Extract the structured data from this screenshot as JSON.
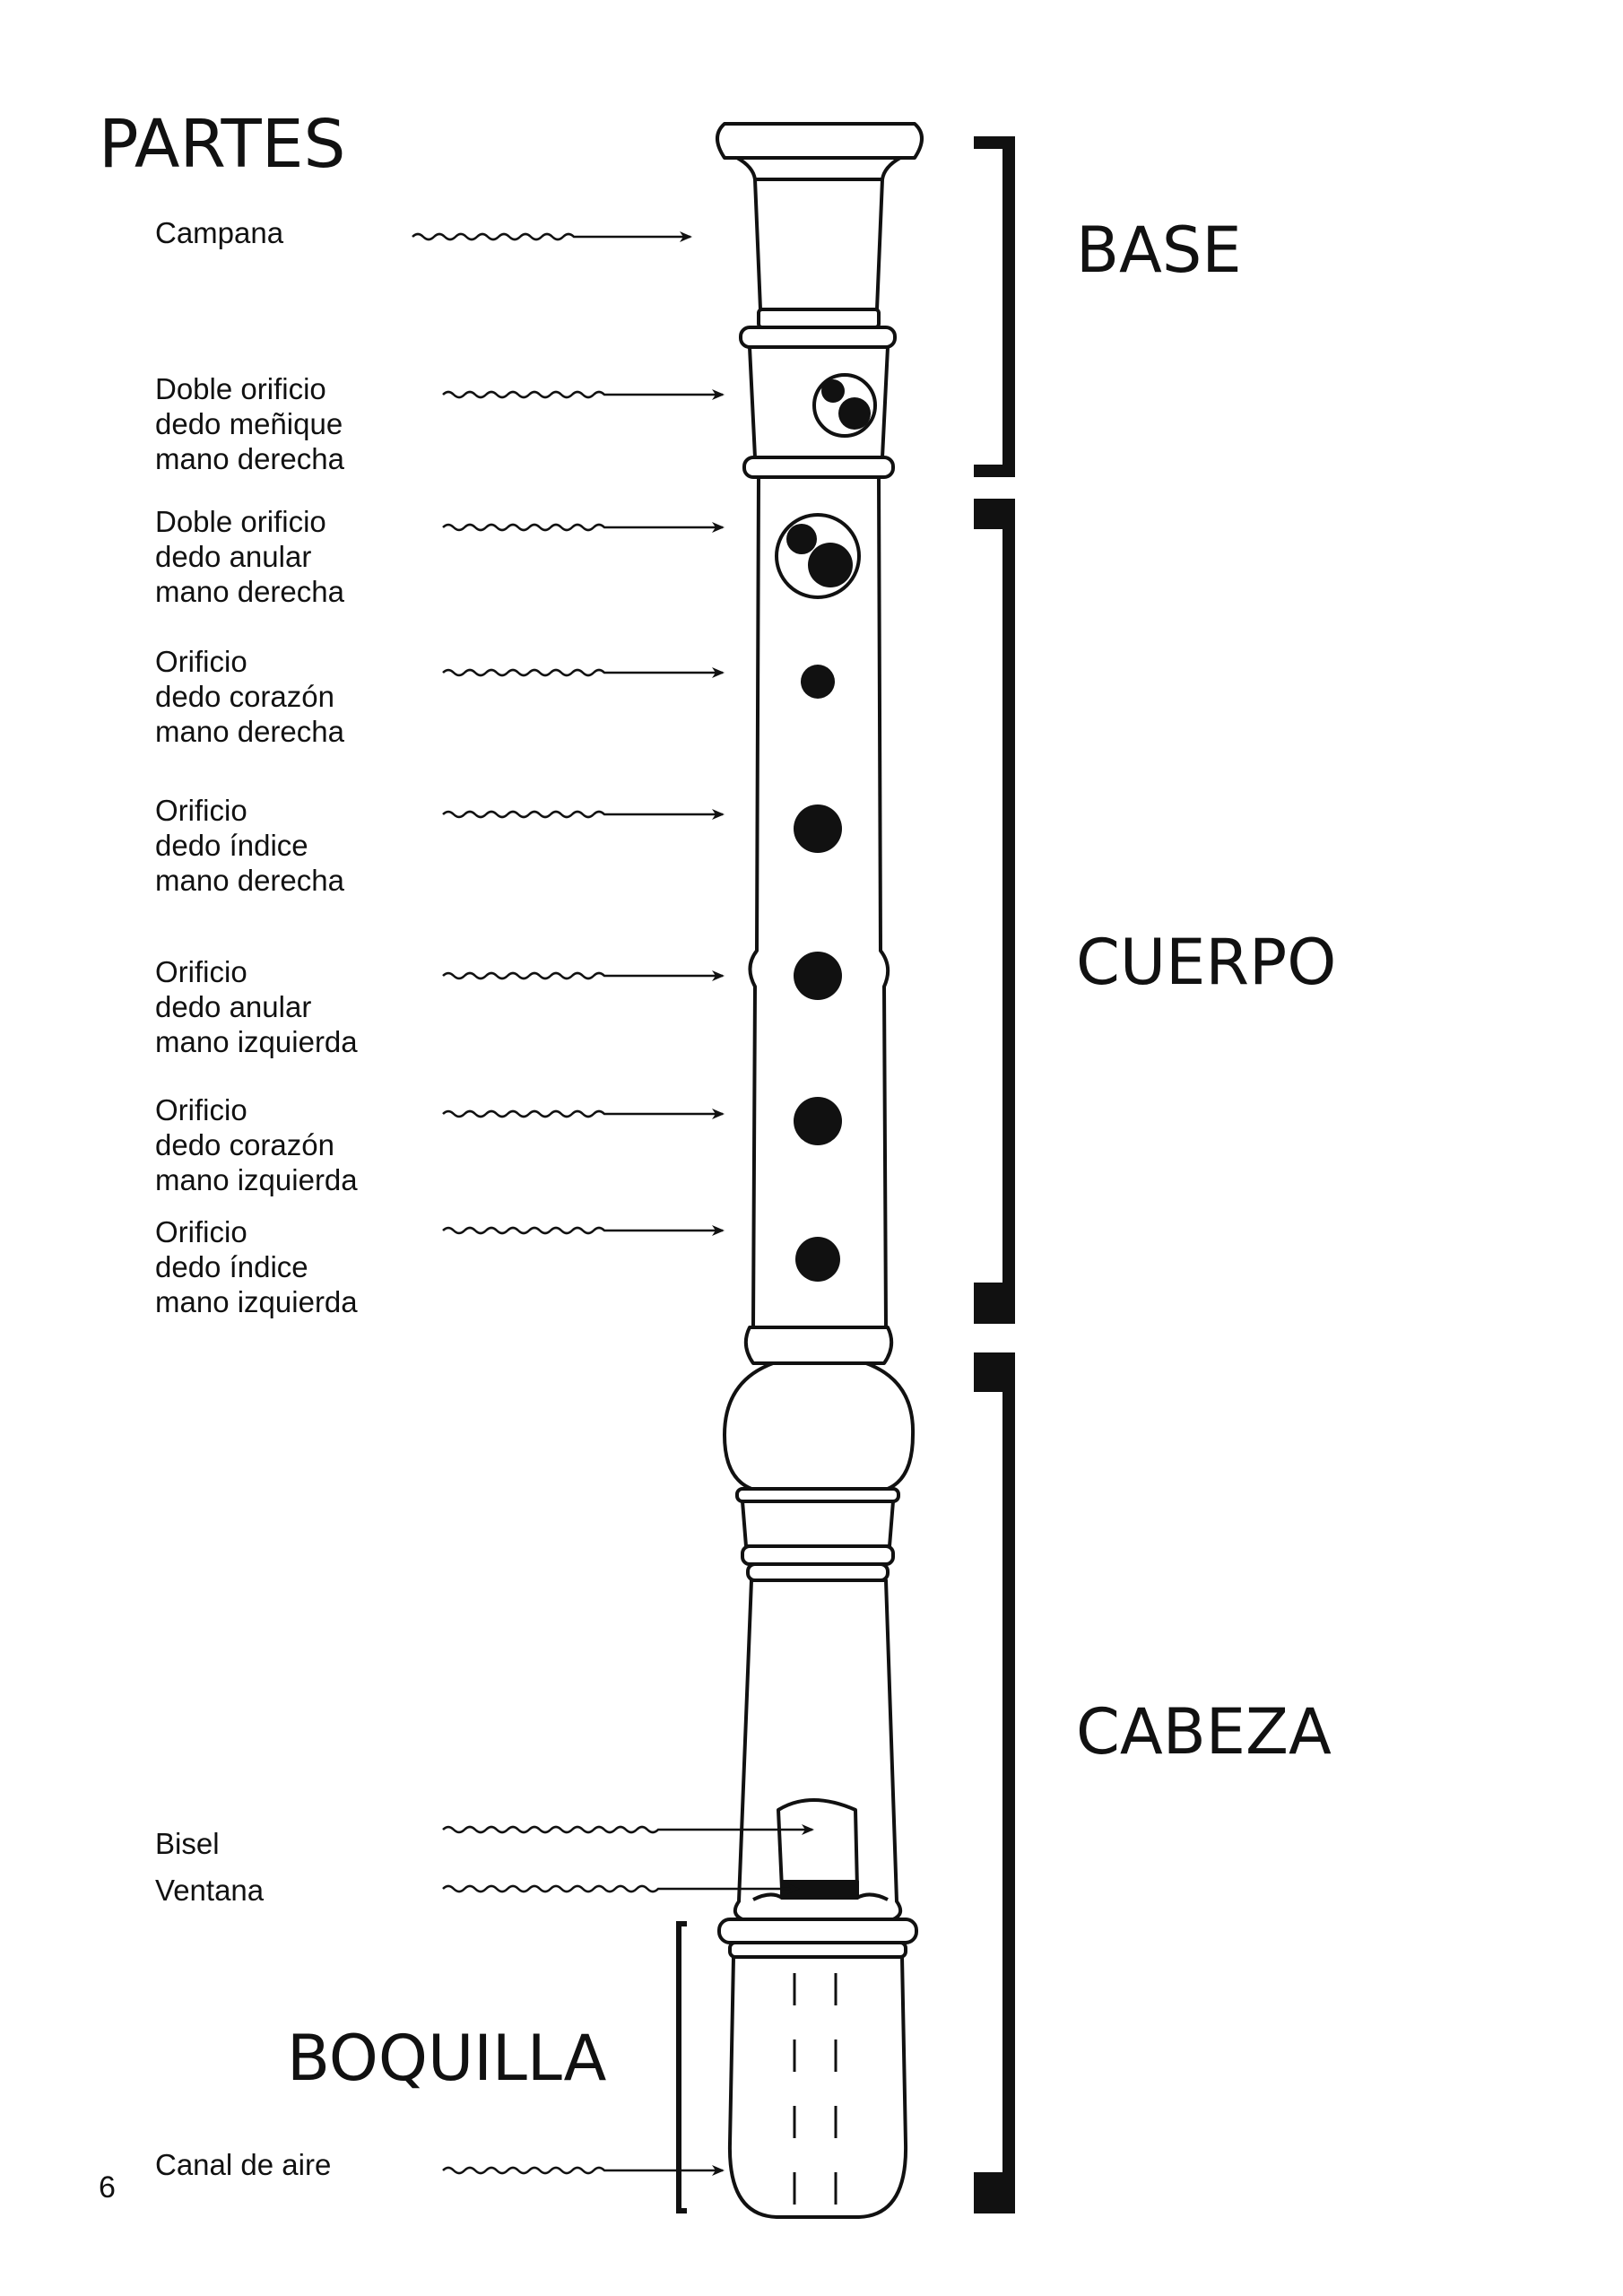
{
  "title": "PARTES",
  "labels": {
    "campana": [
      "Campana"
    ],
    "doble_menique": [
      "Doble orificio",
      "dedo meñique",
      "mano derecha"
    ],
    "doble_anular": [
      "Doble orificio",
      "dedo anular",
      "mano derecha"
    ],
    "corazon_derecha": [
      "Orificio",
      "dedo corazón",
      "mano derecha"
    ],
    "indice_derecha": [
      "Orificio",
      "dedo índice",
      "mano derecha"
    ],
    "anular_izquierda": [
      "Orificio",
      "dedo anular",
      "mano izquierda"
    ],
    "corazon_izquierda": [
      "Orificio",
      "dedo corazón",
      "mano izquierda"
    ],
    "indice_izquierda": [
      "Orificio",
      "dedo índice",
      "mano izquierda"
    ],
    "bisel": [
      "Bisel"
    ],
    "ventana": [
      "Ventana"
    ],
    "canal": [
      "Canal de aire"
    ]
  },
  "sections": {
    "base": "BASE",
    "cuerpo": "CUERPO",
    "cabeza": "CABEZA",
    "boquilla": "BOQUILLA"
  },
  "page_number": "6"
}
